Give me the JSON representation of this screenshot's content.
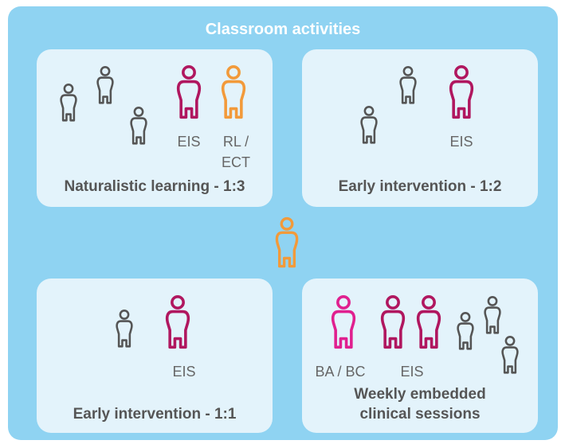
{
  "title": "Classroom activities",
  "panels": {
    "top_left": {
      "title": "Naturalistic learning - 1:3",
      "labels": [
        "EIS",
        "RL /",
        "ECT"
      ]
    },
    "top_right": {
      "title": "Early intervention - 1:2",
      "labels": [
        "EIS"
      ]
    },
    "bottom_left": {
      "title": "Early intervention - 1:1",
      "labels": [
        "EIS"
      ]
    },
    "bottom_right": {
      "title_line1": "Weekly embedded",
      "title_line2": "clinical sessions",
      "labels": [
        "BA / BC",
        "EIS"
      ]
    }
  },
  "colors": {
    "background": "#8fd3f2",
    "panel": "#e3f3fb",
    "child": "#555555",
    "eis": "#b0175f",
    "rl_ect": "#f29a3a",
    "ba_bc": "#e0208f"
  },
  "icons": [
    "child-person-icon",
    "eis-person-icon",
    "rl-ect-person-icon",
    "ba-bc-person-icon"
  ]
}
